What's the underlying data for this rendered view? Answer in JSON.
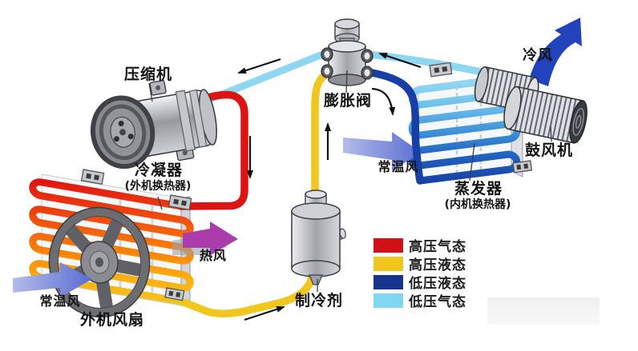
{
  "diagram": {
    "components": {
      "compressor": {
        "label": "压缩机"
      },
      "condenser": {
        "label": "冷凝器",
        "sublabel": "(外机换热器)"
      },
      "expansion_valve": {
        "label": "膨胀阀"
      },
      "evaporator": {
        "label": "蒸发器",
        "sublabel": "(内机换热器)"
      },
      "blower": {
        "label": "鼓风机"
      },
      "receiver_drier": {
        "label": "制冷剂"
      },
      "outdoor_fan": {
        "label": "外机风扇"
      }
    },
    "airflows": {
      "cold_air": {
        "label": "冷风",
        "color": "#2343bd"
      },
      "ambient_air_indoor": {
        "label": "常温风",
        "color": "#8e9fe0"
      },
      "ambient_air_outdoor": {
        "label": "常温风",
        "color": "#8e9fe0"
      },
      "hot_air": {
        "label": "热风",
        "color": "#ab3cab"
      }
    },
    "legend": {
      "items": [
        {
          "label": "高压气态",
          "color": "#d01218"
        },
        {
          "label": "高压液态",
          "color": "#f2c71d"
        },
        {
          "label": "低压液态",
          "color": "#16338e"
        },
        {
          "label": "低压气态",
          "color": "#7fd8f2"
        }
      ]
    },
    "pipe_colors": {
      "high_pressure_gas": "#dc1414",
      "high_pressure_liquid": "#f2c71d",
      "low_pressure_liquid": "#1740a6",
      "low_pressure_gas": "#8ed7f0"
    }
  }
}
